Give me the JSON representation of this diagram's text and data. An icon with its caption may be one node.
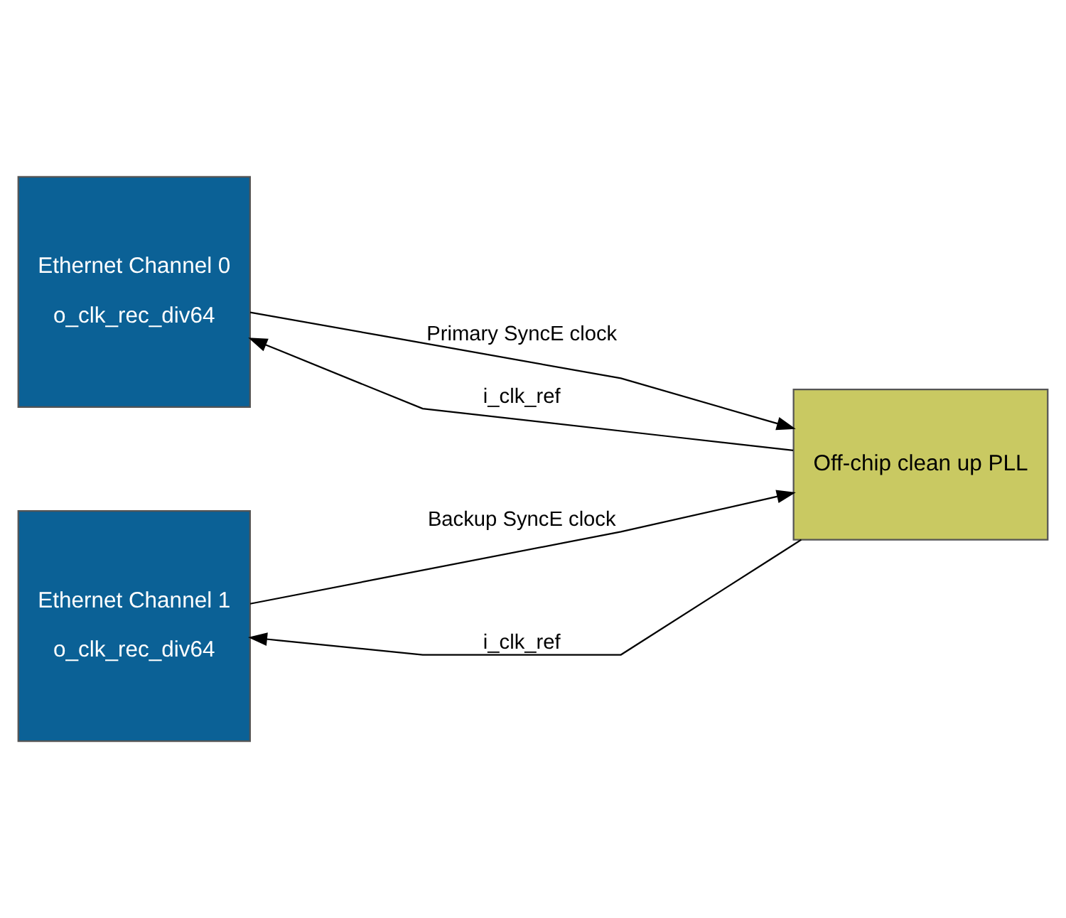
{
  "diagram": {
    "nodes": [
      {
        "text": [
          "Ethernet Channel 0",
          "o_clk_rec_div64"
        ]
      },
      {
        "text": [
          "Ethernet Channel 1",
          "o_clk_rec_div64"
        ]
      },
      {
        "text": [
          "Off-chip clean up PLL"
        ]
      }
    ],
    "edges": [
      {
        "from": 2,
        "to": 0,
        "arrow": "to",
        "label": "i_clk_ref"
      },
      {
        "from": 2,
        "to": 1,
        "arrow": "to",
        "label": "i_clk_ref"
      },
      {
        "from": 1,
        "to": 2,
        "arrow": "to",
        "label": "Backup SyncE clock"
      },
      {
        "from": 0,
        "to": 2,
        "arrow": "to",
        "label": "Primary SyncE clock"
      }
    ]
  }
}
